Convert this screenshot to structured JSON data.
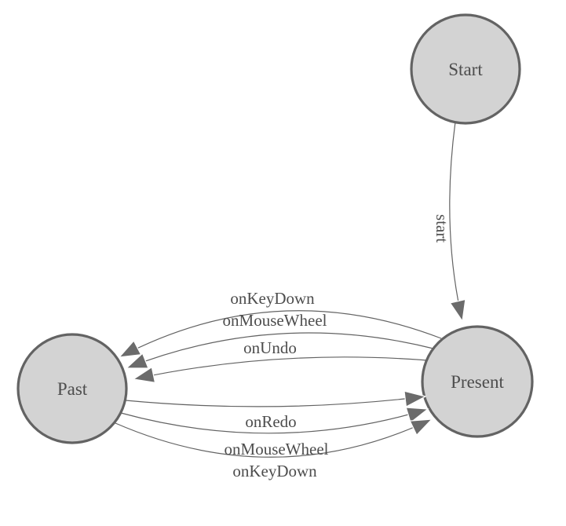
{
  "diagram": {
    "type": "state-machine",
    "nodes": [
      {
        "id": "start",
        "label": "Start"
      },
      {
        "id": "present",
        "label": "Present"
      },
      {
        "id": "past",
        "label": "Past"
      }
    ],
    "edges": [
      {
        "from": "start",
        "to": "present",
        "label": "start"
      },
      {
        "from": "present",
        "to": "past",
        "label": "onKeyDown"
      },
      {
        "from": "present",
        "to": "past",
        "label": "onMouseWheel"
      },
      {
        "from": "present",
        "to": "past",
        "label": "onUndo"
      },
      {
        "from": "past",
        "to": "present",
        "label": "onRedo"
      },
      {
        "from": "past",
        "to": "present",
        "label": "onMouseWheel"
      },
      {
        "from": "past",
        "to": "present",
        "label": "onKeyDown"
      }
    ],
    "colors": {
      "background": "#ffffff",
      "node_fill": "#d3d3d3",
      "node_stroke": "#636363",
      "edge_stroke": "#636363",
      "arrow_fill": "#6b6b6b",
      "label_text": "#4d4d4d"
    }
  }
}
